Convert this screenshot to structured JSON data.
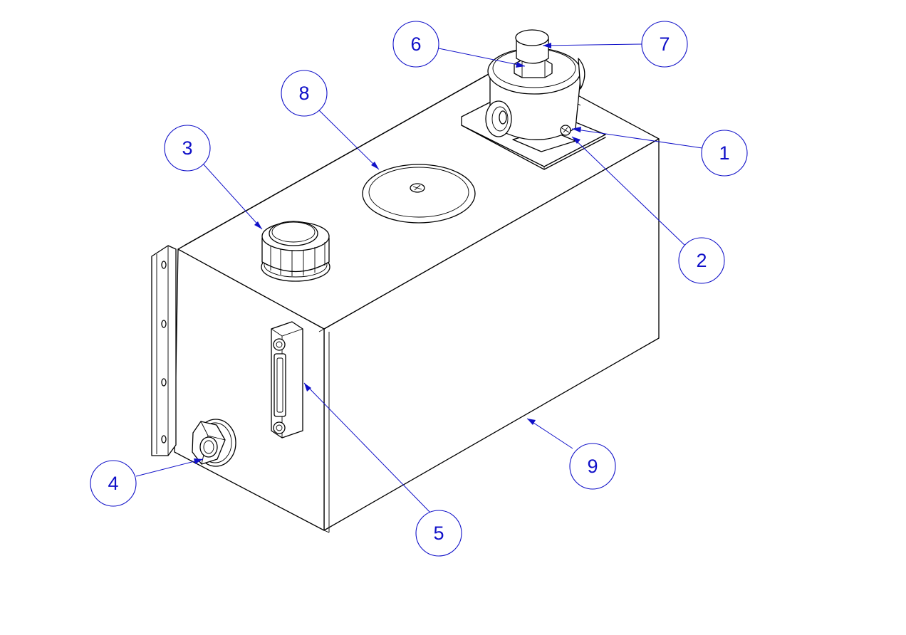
{
  "colors": {
    "callout": "#1010c8",
    "line": "#000000",
    "background": "#ffffff"
  },
  "callouts": [
    {
      "number": "1",
      "part": "bolt"
    },
    {
      "number": "2",
      "part": "bolt"
    },
    {
      "number": "3",
      "part": "filler-cap"
    },
    {
      "number": "4",
      "part": "port-fitting"
    },
    {
      "number": "5",
      "part": "sight-gauge"
    },
    {
      "number": "6",
      "part": "hex-plug"
    },
    {
      "number": "7",
      "part": "cap"
    },
    {
      "number": "8",
      "part": "cover-plate"
    },
    {
      "number": "9",
      "part": "tank"
    }
  ]
}
